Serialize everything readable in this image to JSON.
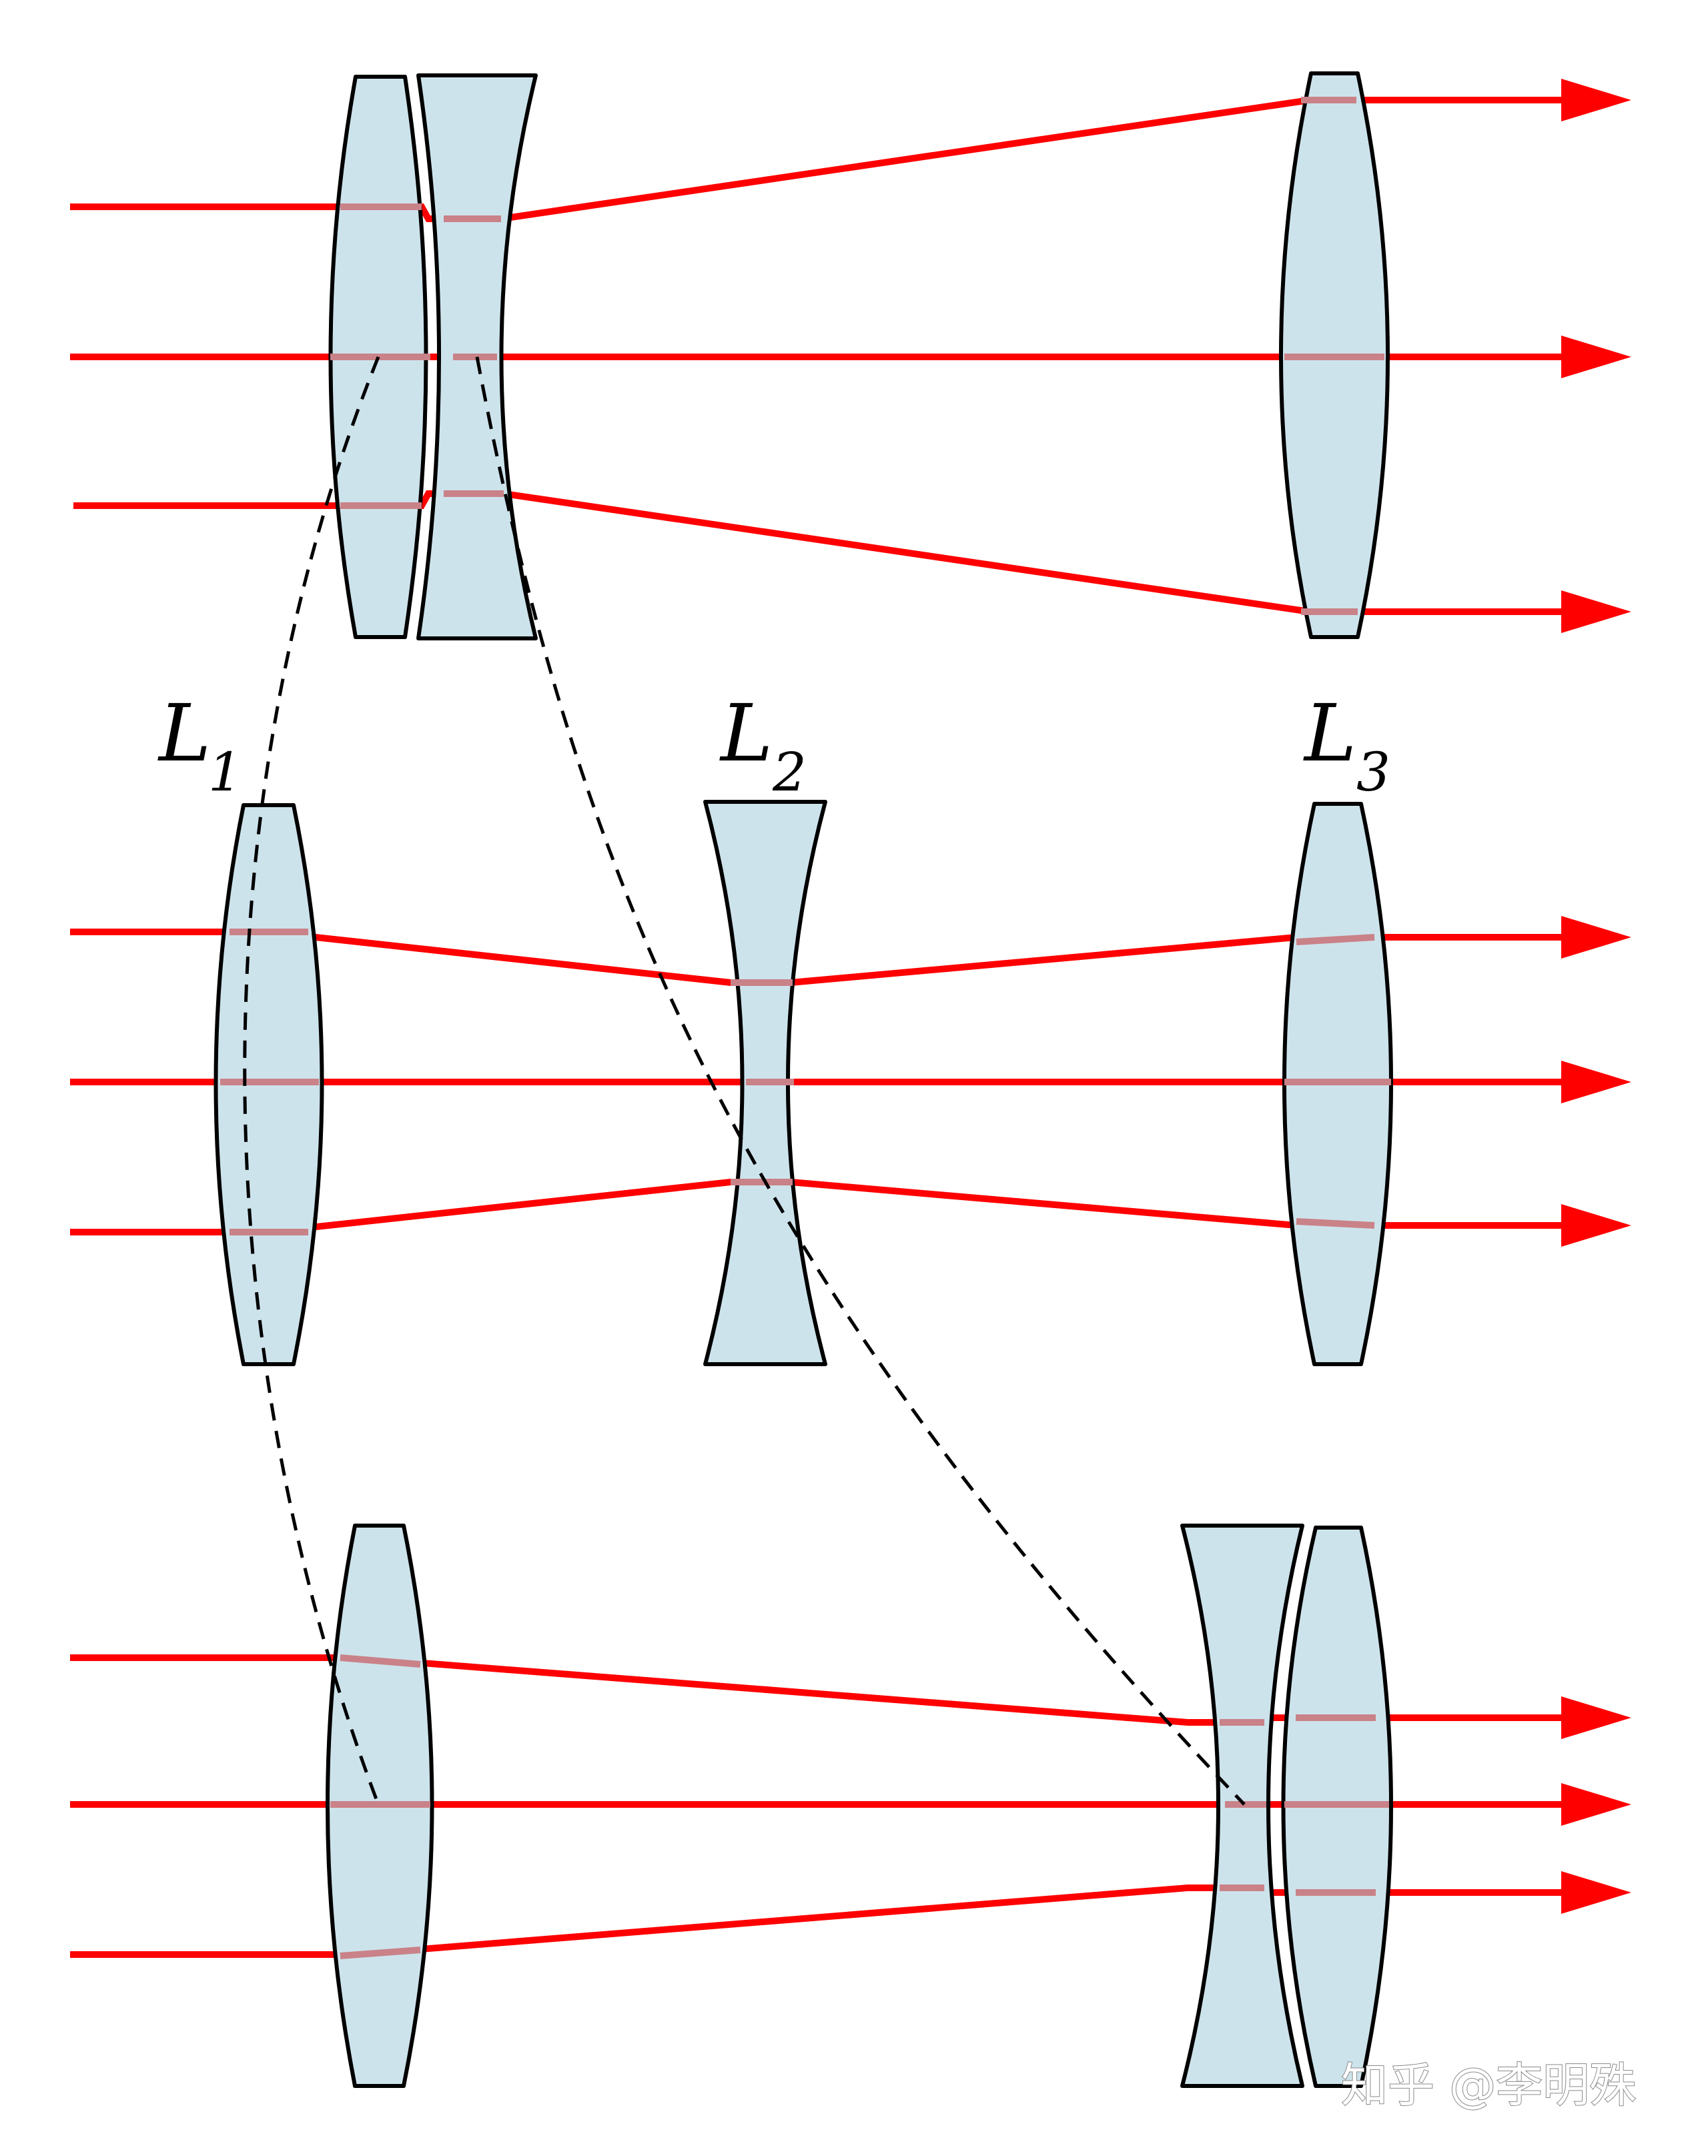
{
  "labels": [
    {
      "main": "L",
      "sub": "1"
    },
    {
      "main": "L",
      "sub": "2"
    },
    {
      "main": "L",
      "sub": "3"
    }
  ],
  "watermark": "知乎 @李明殊",
  "colors": {
    "ray": "#ff0000",
    "ray_inside_lens": "#c98288",
    "lens_fill": "#cde3ec",
    "lens_stroke": "#000000",
    "guide_line": "#000000",
    "background": "#ffffff"
  }
}
